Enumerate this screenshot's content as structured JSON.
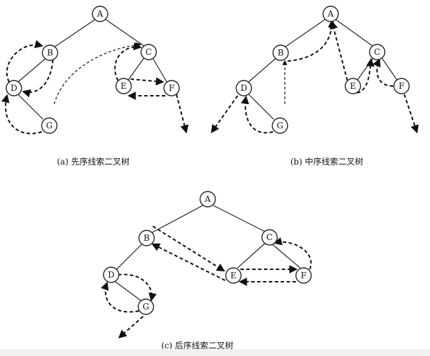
{
  "diagrams": [
    {
      "id": "preorder",
      "caption": "(a)  先序线索二叉树",
      "nodes": [
        "A",
        "B",
        "C",
        "D",
        "E",
        "F",
        "G"
      ]
    },
    {
      "id": "inorder",
      "caption": "(b)  中序线索二叉树",
      "nodes": [
        "A",
        "B",
        "C",
        "D",
        "E",
        "F",
        "G"
      ]
    },
    {
      "id": "postorder",
      "caption": "(c)  后序线索二叉树",
      "nodes": [
        "A",
        "B",
        "C",
        "D",
        "E",
        "F",
        "G"
      ]
    }
  ]
}
